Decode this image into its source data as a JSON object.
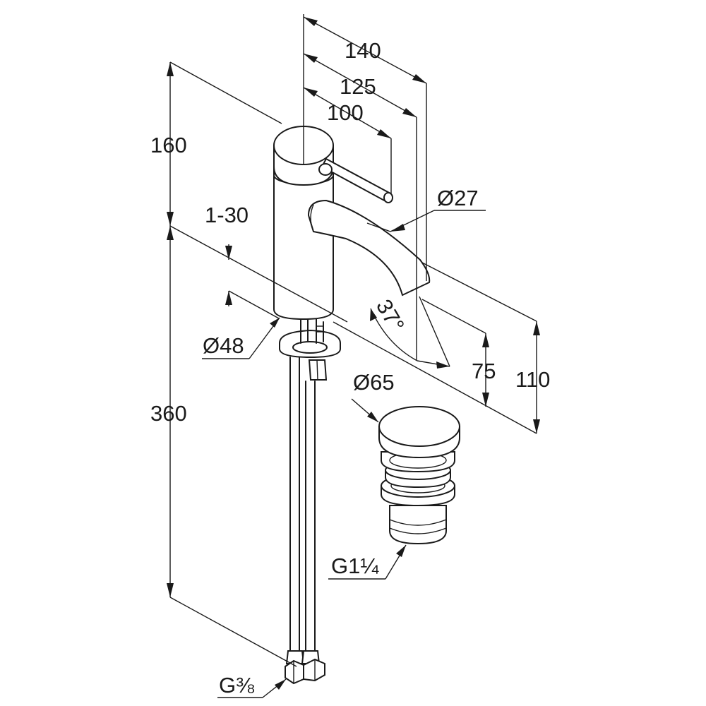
{
  "dimensions": {
    "width_140": "140",
    "width_125": "125",
    "width_100": "100",
    "height_160": "160",
    "adjust_1_30": "1-30",
    "spout_diameter": "Ø27",
    "angle": "37°",
    "body_diameter": "Ø48",
    "height_75": "75",
    "height_110": "110",
    "drain_diameter": "Ø65",
    "hose_length": "360",
    "drain_thread": "G1¼",
    "hose_thread": "G⅜"
  }
}
